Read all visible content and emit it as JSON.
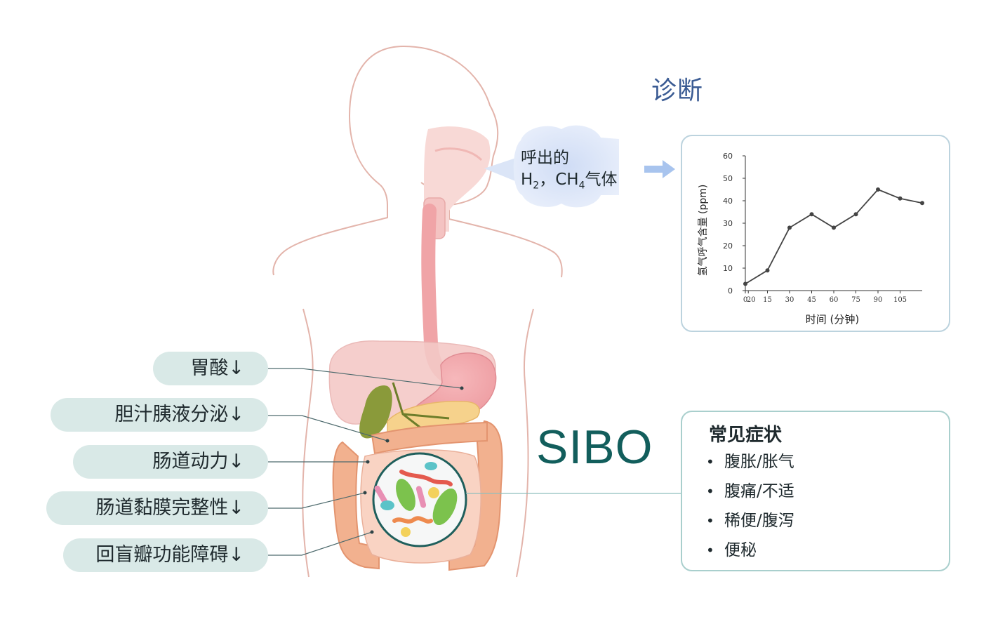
{
  "diagnosis_title": "诊断",
  "breath": {
    "line1": "呼出的",
    "h": "H",
    "h_sub": "2",
    "sep": "，",
    "ch": "CH",
    "ch_sub": "4",
    "tail": "气体"
  },
  "factors": [
    "胃酸↓",
    "胆汁胰液分泌↓",
    "肠道动力↓",
    "肠道黏膜完整性↓",
    "回盲瓣功能障碍↓"
  ],
  "sibo_label": "SIBO",
  "symptoms": {
    "title": "常见症状",
    "bullet": "•",
    "items": [
      "腹胀/胀气",
      "腹痛/不适",
      "稀便/腹泻",
      "便秘"
    ]
  },
  "chart_data": {
    "type": "line",
    "xlabel": "时间 (分钟)",
    "ylabel": "氢气呼气含量 (ppm)",
    "x_tick_labels": [
      "0",
      "20",
      "15",
      "30",
      "45",
      "60",
      "75",
      "90",
      "105"
    ],
    "y_ticks": [
      0,
      10,
      20,
      30,
      40,
      50,
      60
    ],
    "ylim": [
      0,
      60
    ],
    "xlim": [
      0,
      120
    ],
    "x": [
      0,
      15,
      30,
      45,
      60,
      75,
      90,
      105,
      120
    ],
    "y": [
      3,
      9,
      28,
      34,
      28,
      34,
      45,
      41,
      39
    ],
    "line_color": "#444444"
  },
  "colors": {
    "pill_bg": "#d9e9e7",
    "title_blue": "#3a5b93",
    "sibo_teal": "#125e5c",
    "arrow_blue": "#a8c4ee"
  }
}
